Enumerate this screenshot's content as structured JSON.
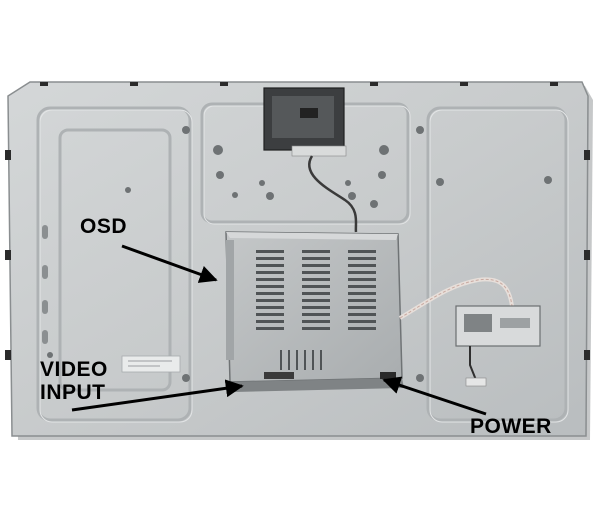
{
  "photo": {
    "subject": "rear panel of a flat-panel monitor with mounted controller board enclosure"
  },
  "callouts": {
    "osd": "OSD",
    "video_input_line1": "VIDEO",
    "video_input_line2": "INPUT",
    "power": "POWER"
  },
  "colors": {
    "panel": "#c9cccd",
    "panel_shadow": "#9ea2a4",
    "enclosure": "#b7babb",
    "label_text": "#000000",
    "arrow": "#000000"
  }
}
